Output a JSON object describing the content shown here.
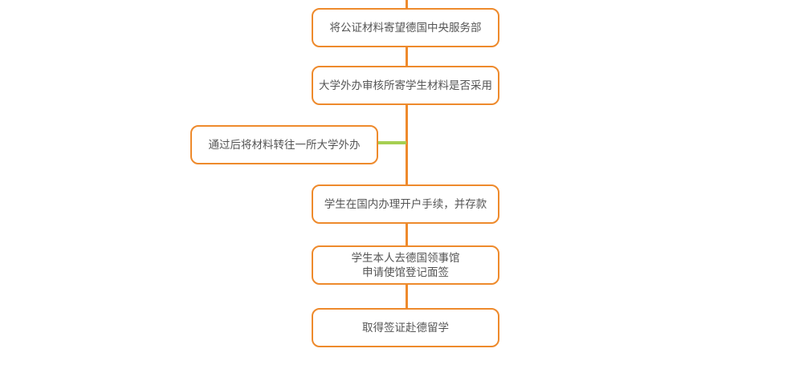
{
  "steps": [
    {
      "text": "将公证材料寄望德国中央服务部"
    },
    {
      "text": "大学外办审核所寄学生材料是否采用"
    },
    {
      "text": "通过后将材料转往一所大学外办"
    },
    {
      "text": "学生在国内办理开户手续，并存款"
    },
    {
      "line1": "学生本人去德国领事馆",
      "line2": "申请使馆登记面签"
    },
    {
      "text": "取得签证赴德留学"
    }
  ],
  "colors": {
    "main_line": "#ee8a2c",
    "branch_line": "#a6cf52",
    "text": "#555555"
  }
}
